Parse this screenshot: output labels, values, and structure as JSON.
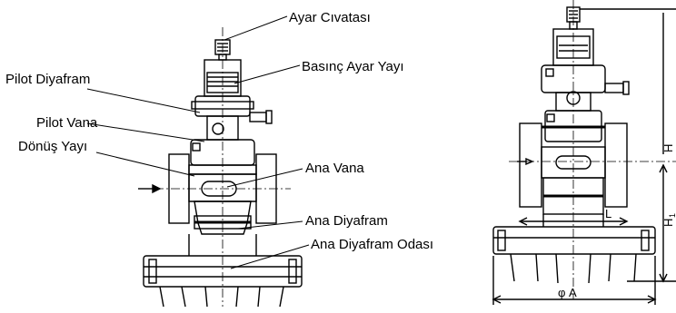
{
  "labels": {
    "ayar_civatasi": "Ayar Cıvatası",
    "basinc_ayar_yayi": "Basınç Ayar Yayı",
    "pilot_diyafram": "Pilot Diyafram",
    "pilot_vana": "Pilot Vana",
    "donus_yayi": "Dönüş Yayı",
    "ana_vana": "Ana Vana",
    "ana_diyafram": "Ana Diyafram",
    "ana_diyafram_odasi": "Ana Diyafram Odası"
  },
  "dimensions": {
    "h": "H",
    "h1": "H",
    "h1_sub": "1",
    "l": "L",
    "phi_a": "φ A"
  }
}
